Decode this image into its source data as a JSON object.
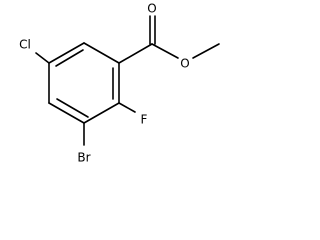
{
  "molecule": {
    "atoms": {
      "cl": "Cl",
      "f": "F",
      "br": "Br",
      "o_carbonyl": "O",
      "o_ester": "O"
    }
  }
}
